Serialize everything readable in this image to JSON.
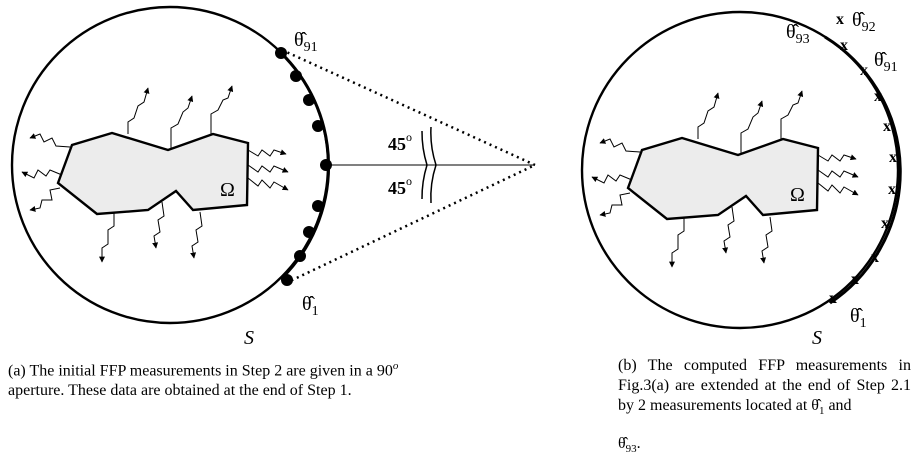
{
  "panel_a": {
    "region_label": "Ω",
    "boundary_label": "S",
    "theta_first": "θ̂",
    "theta_first_sub": "1",
    "theta_last": "θ̂",
    "theta_last_sub": "91",
    "angle_upper_value": "45",
    "angle_upper_unit": "o",
    "angle_lower_value": "45",
    "angle_lower_unit": "o"
  },
  "panel_b": {
    "region_label": "Ω",
    "boundary_label": "S",
    "theta_1": "θ̂",
    "theta_1_sub": "1",
    "theta_91": "θ̂",
    "theta_91_sub": "91",
    "theta_92": "θ̂",
    "theta_92_sub": "92",
    "theta_93": "θ̂",
    "theta_93_sub": "93",
    "marker": "x"
  },
  "captions": {
    "a_line1": "(a) The initial FFP measurements in Step 2 are given in a 90",
    "a_sup": "o",
    "a_line2": "aperture. These data are obtained at the end of Step 1.",
    "b_text": "(b) The computed FFP measurements in Fig.3(a) are extended at the end of Step 2.1 by 2 measurements located at θ̂",
    "b_sub1": "1",
    "b_and": " and",
    "b_theta": "θ̂",
    "b_sub2": "93",
    "b_end": "."
  }
}
